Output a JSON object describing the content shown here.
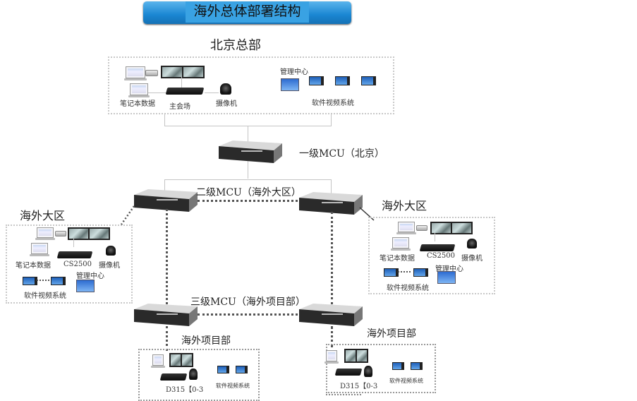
{
  "title": "海外总体部署结构",
  "headquarters": {
    "name": "北京总部",
    "labels": {
      "laptop": "笔记本数据",
      "main_venue": "主会场",
      "camera": "摄像机",
      "management": "管理中心",
      "software_video": "软件视频系统"
    }
  },
  "mcu_levels": {
    "level1": "一级MCU（北京）",
    "level2": "二级MCU（海外大区）",
    "level3": "三级MCU（海外项目部）"
  },
  "regions": [
    {
      "name": "海外大区",
      "labels": {
        "laptop": "笔记本数据",
        "codec": "CS2500",
        "camera": "摄像机",
        "management": "管理中心",
        "software_video": "软件视频系统"
      }
    },
    {
      "name": "海外大区",
      "labels": {
        "laptop": "笔记本数据",
        "codec": "CS2500",
        "camera": "摄像机",
        "management": "管理中心",
        "software_video": "软件视频系统"
      }
    }
  ],
  "projects": [
    {
      "name": "海外项目部",
      "labels": {
        "codec": "D315【0-3",
        "software_video": "软件视频系统"
      }
    },
    {
      "name": "海外项目部",
      "labels": {
        "codec": "D315【0-3",
        "software_video": "软件视频系统"
      }
    }
  ]
}
